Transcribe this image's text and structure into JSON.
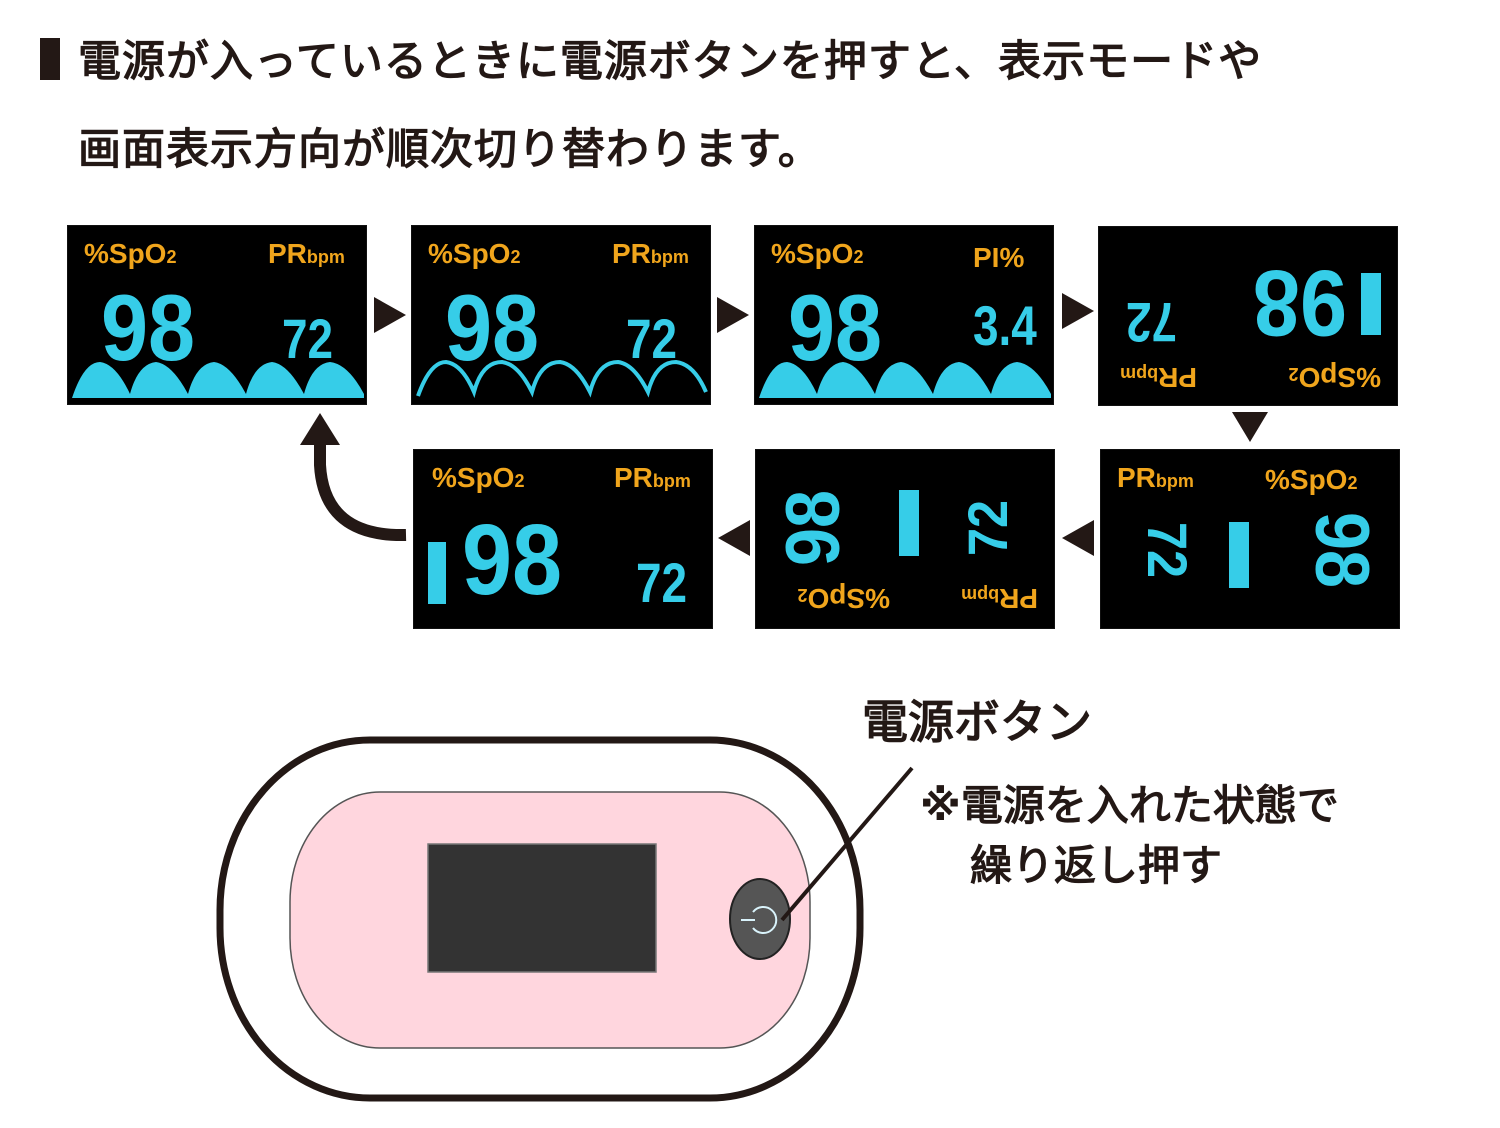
{
  "heading": {
    "line1": "電源が入っているときに電源ボタンを押すと、表示モードや",
    "line2": "画面表示方向が順次切り替わります。"
  },
  "colors": {
    "label": "#f0a51c",
    "value": "#36cde8",
    "screen_bg": "#000000",
    "device_body": "#ffd6de",
    "device_screen": "#333333",
    "button": "#555555"
  },
  "panels": [
    {
      "id": 1,
      "orientation": "normal",
      "label_left": "%SpO",
      "label_left_sub": "2",
      "label_right": "PR",
      "label_right_sub": "bpm",
      "value_left": "98",
      "value_right": "72",
      "waveform": "filled"
    },
    {
      "id": 2,
      "orientation": "normal",
      "label_left": "%SpO",
      "label_left_sub": "2",
      "label_right": "PR",
      "label_right_sub": "bpm",
      "value_left": "98",
      "value_right": "72",
      "waveform": "line"
    },
    {
      "id": 3,
      "orientation": "normal",
      "label_left": "%SpO",
      "label_left_sub": "2",
      "label_right": "PI%",
      "label_right_sub": "",
      "value_left": "98",
      "value_right": "3.4",
      "waveform": "filled"
    },
    {
      "id": 4,
      "orientation": "rotated-180",
      "label_left": "%SpO",
      "label_left_sub": "2",
      "label_right": "PR",
      "label_right_sub": "bpm",
      "value_left": "98",
      "value_right": "72",
      "waveform": "none"
    },
    {
      "id": 5,
      "orientation": "vertical-a",
      "label_left": "PR",
      "label_left_sub": "bpm",
      "label_right": "%SpO",
      "label_right_sub": "2",
      "value_left": "72",
      "value_right": "98",
      "waveform": "none"
    },
    {
      "id": 6,
      "orientation": "vertical-b-rotated",
      "label_left": "%SpO",
      "label_left_sub": "2",
      "label_right": "PR",
      "label_right_sub": "bpm",
      "value_left": "98",
      "value_right": "72",
      "waveform": "none"
    },
    {
      "id": 7,
      "orientation": "normal-bar",
      "label_left": "%SpO",
      "label_left_sub": "2",
      "label_right": "PR",
      "label_right_sub": "bpm",
      "value_left": "98",
      "value_right": "72",
      "waveform": "none"
    }
  ],
  "device": {
    "power_button_label": "電源ボタン",
    "note_line1": "※電源を入れた状態で",
    "note_line2": "繰り返し押す",
    "power_icon": "power-icon"
  }
}
